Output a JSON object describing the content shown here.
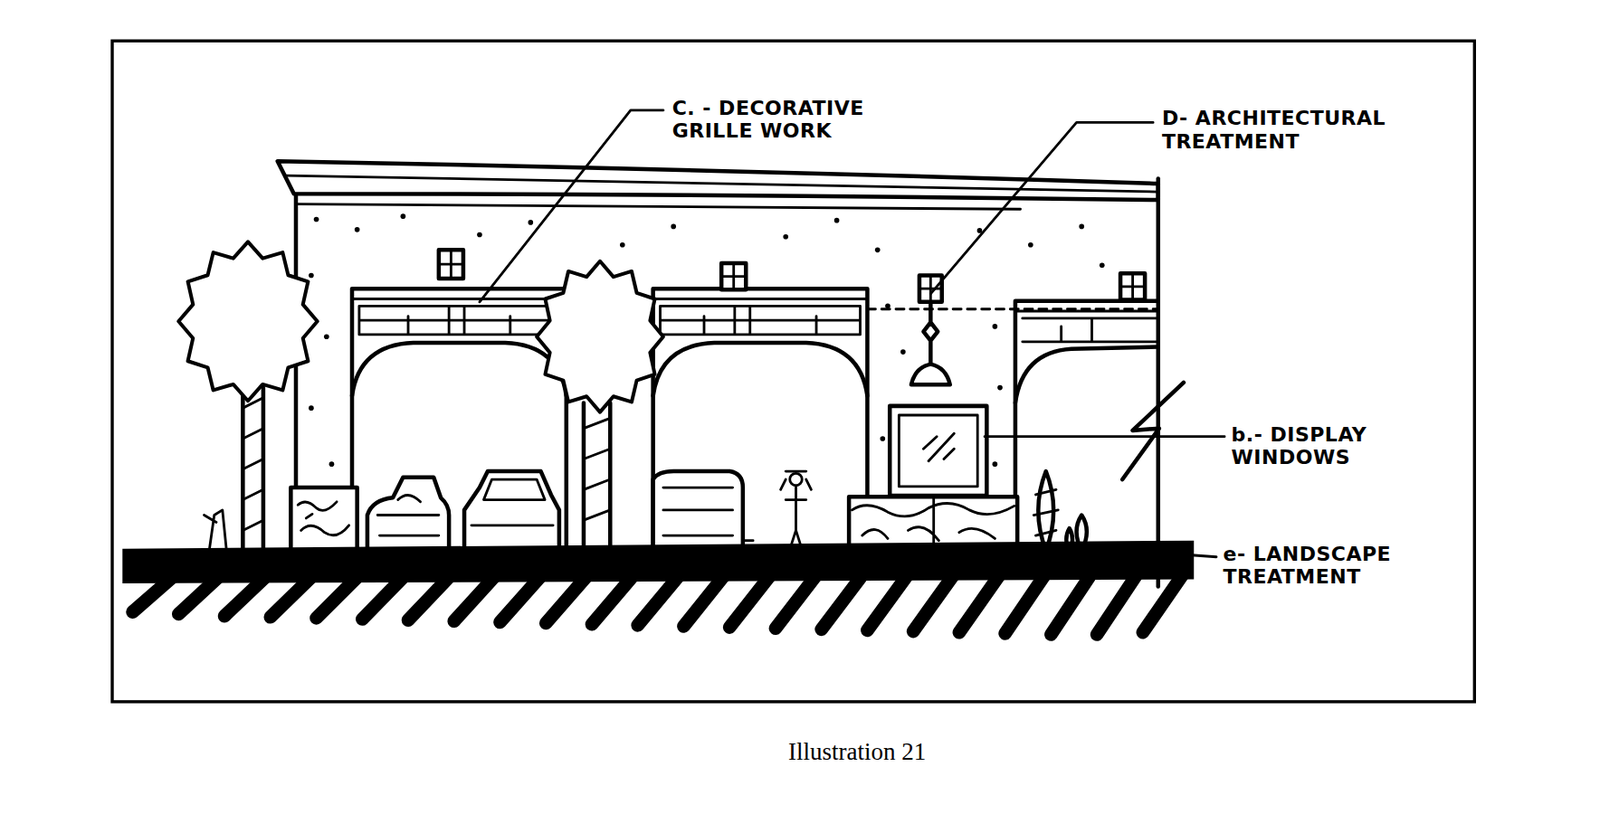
{
  "diagram": {
    "caption": "Illustration 21",
    "labels": [
      "C. - DECORATIVE GRILLE WORK",
      "D- ARCHITECTURAL TREATMENT",
      "b.- DISPLAY WINDOWS",
      "e- LANDSCAPE TREATMENT"
    ]
  }
}
